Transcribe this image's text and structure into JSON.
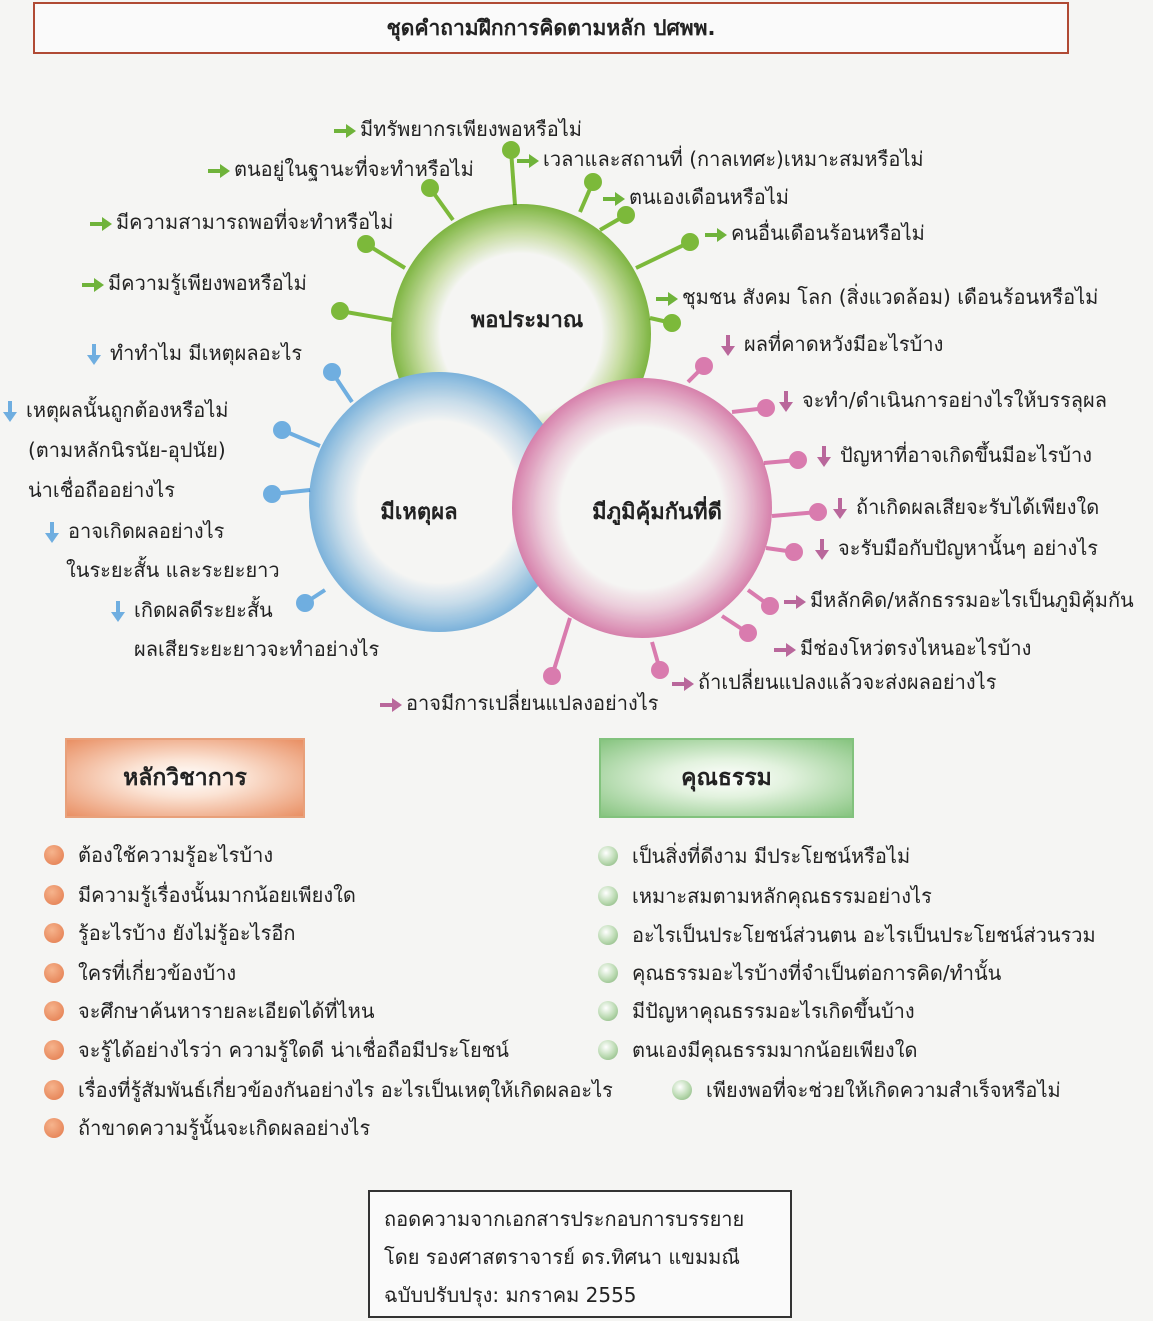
{
  "title": "ชุดคำถามฝึกการคิดตามหลัก ปศพพ.",
  "circles": {
    "top": "พอประมาณ",
    "left": "มีเหตุผล",
    "right": "มีภูมิคุ้มกันที่ดี"
  },
  "green_questions": [
    "มีทรัพยากรเพียงพอหรือไม่",
    "ตนอยู่ในฐานะที่จะทำหรือไม่",
    "เวลาและสถานที่ (กาลเทศะ)เหมาะสมหรือไม่",
    "ตนเองเดือนหรือไม่",
    "มีความสามารถพอที่จะทำหรือไม่",
    "คนอื่นเดือนร้อนหรือไม่",
    "มีความรู้เพียงพอหรือไม่",
    "ชุมชน สังคม โลก (สิ่งแวดล้อม) เดือนร้อนหรือไม่"
  ],
  "blue_questions": [
    "ทำทำไม มีเหตุผลอะไร",
    "เหตุผลนั้นถูกต้องหรือไม่",
    "(ตามหลักนิรนัย-อุปนัย)",
    "น่าเชื่อถืออย่างไร",
    "อาจเกิดผลอย่างไร",
    "ในระยะสั้น และระยะยาว",
    "เกิดผลดีระยะสั้น",
    "ผลเสียระยะยาวจะทำอย่างไร"
  ],
  "pink_questions": [
    "ผลที่คาดหวังมีอะไรบ้าง",
    "จะทำ/ดำเนินการอย่างไรให้บรรลุผล",
    "ปัญหาที่อาจเกิดขึ้นมีอะไรบ้าง",
    "ถ้าเกิดผลเสียจะรับได้เพียงใด",
    "จะรับมือกับปัญหานั้นๆ อย่างไร",
    "มีหลักคิด/หลักธรรมอะไรเป็นภูมิคุ้มกัน",
    "มีช่องโหว่ตรงไหนอะไรบ้าง",
    "ถ้าเปลี่ยนแปลงแล้วจะส่งผลอย่างไร",
    "อาจมีการเปลี่ยนแปลงอย่างไร"
  ],
  "academic": {
    "heading": "หลักวิชาการ",
    "items": [
      "ต้องใช้ความรู้อะไรบ้าง",
      "มีความรู้เรื่องนั้นมากน้อยเพียงใด",
      "รู้อะไรบ้าง ยังไม่รู้อะไรอีก",
      "ใครที่เกี่ยวข้องบ้าง",
      "จะศึกษาค้นหารายละเอียดได้ที่ไหน",
      "จะรู้ได้อย่างไรว่า ความรู้ใดดี น่าเชื่อถือมีประโยชน์",
      "เรื่องที่รู้สัมพันธ์เกี่ยวข้องกันอย่างไร อะไรเป็นเหตุให้เกิดผลอะไร",
      "ถ้าขาดความรู้นั้นจะเกิดผลอย่างไร"
    ]
  },
  "morality": {
    "heading": "คุณธรรม",
    "items": [
      "เป็นสิ่งที่ดีงาม มีประโยชน์หรือไม่",
      "เหมาะสมตามหลักคุณธรรมอย่างไร",
      "อะไรเป็นประโยชน์ส่วนตน อะไรเป็นประโยชน์ส่วนรวม",
      "คุณธรรมอะไรบ้างที่จำเป็นต่อการคิด/ทำนั้น",
      "มีปัญหาคุณธรรมอะไรเกิดขึ้นบ้าง",
      "ตนเองมีคุณธรรมมากน้อยเพียงใด",
      "เพียงพอที่จะช่วยให้เกิดความสำเร็จหรือไม่"
    ]
  },
  "credit": {
    "line1": "ถอดความจากเอกสารประกอบการบรรยาย",
    "line2": "โดย รองศาสตราจารย์ ดร.ทิศนา แขมมณี",
    "line3": "ฉบับปรับปรุง: มกราคม 2555"
  },
  "colors": {
    "green": "#6fb33a",
    "blue": "#6faee0",
    "pink": "#d97bae",
    "orange": "#e98f63",
    "title_border": "#b04a34"
  }
}
